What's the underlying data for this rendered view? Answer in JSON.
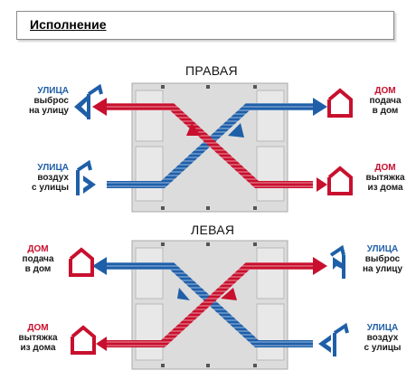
{
  "header": {
    "title": "Исполнение"
  },
  "colors": {
    "red": "#c8102e",
    "blue": "#1f5fa8",
    "unit": "#dadada",
    "unit_edge": "#a8a8a8"
  },
  "right_version": {
    "title": "ПРАВАЯ",
    "top_left": [
      "УЛИЦА",
      "выброс",
      "на улицу"
    ],
    "bottom_left": [
      "УЛИЦА",
      "воздух",
      "с улицы"
    ],
    "top_right": [
      "ДОМ",
      "подача",
      "в дом"
    ],
    "bottom_right": [
      "ДОМ",
      "вытяжка",
      "из дома"
    ]
  },
  "left_version": {
    "title": "ЛЕВАЯ",
    "top_left": [
      "ДОМ",
      "подача",
      "в дом"
    ],
    "bottom_left": [
      "ДОМ",
      "вытяжка",
      "из дома"
    ],
    "top_right": [
      "УЛИЦА",
      "выброс",
      "на улицу"
    ],
    "bottom_right": [
      "УЛИЦА",
      "воздух",
      "с улицы"
    ]
  }
}
